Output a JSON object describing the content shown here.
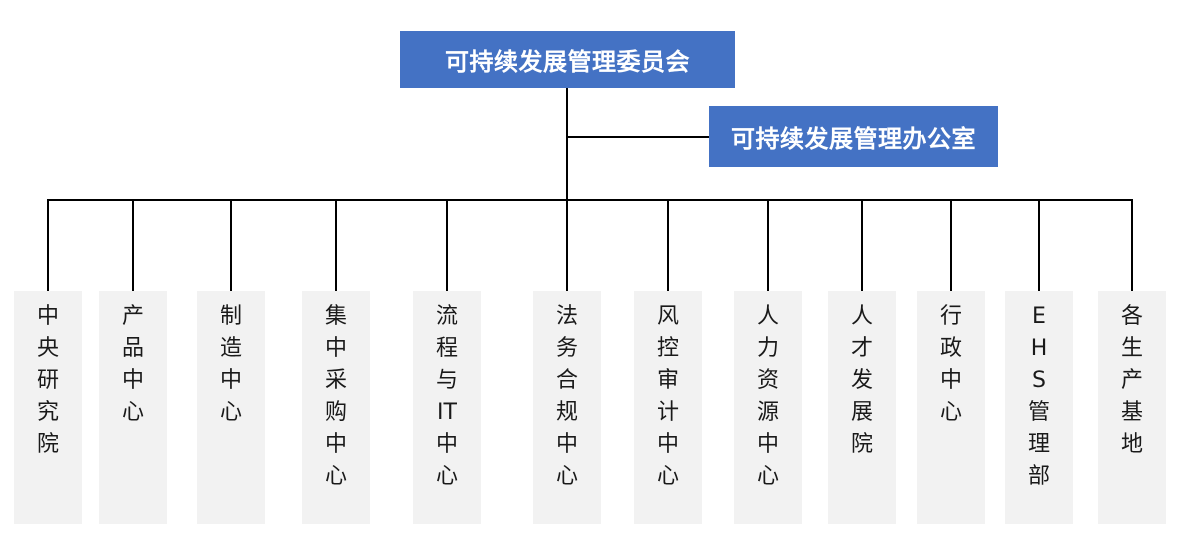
{
  "org_chart": {
    "committee": {
      "label": "可持续发展管理委员会"
    },
    "office": {
      "label": "可持续发展管理办公室"
    },
    "departments": [
      {
        "label": "中央研究院",
        "lines": [
          "中",
          "央",
          "研",
          "究",
          "院"
        ]
      },
      {
        "label": "产品中心",
        "lines": [
          "产",
          "品",
          "中",
          "心"
        ]
      },
      {
        "label": "制造中心",
        "lines": [
          "制",
          "造",
          "中",
          "心"
        ]
      },
      {
        "label": "集中采购中心",
        "lines": [
          "集",
          "中",
          "采",
          "购",
          "中",
          "心"
        ]
      },
      {
        "label": "流程与IT中心",
        "lines": [
          "流",
          "程",
          "与",
          "IT",
          "中",
          "心"
        ]
      },
      {
        "label": "法务合规中心",
        "lines": [
          "法",
          "务",
          "合",
          "规",
          "中",
          "心"
        ]
      },
      {
        "label": "风控审计中心",
        "lines": [
          "风",
          "控",
          "审",
          "计",
          "中",
          "心"
        ]
      },
      {
        "label": "人力资源中心",
        "lines": [
          "人",
          "力",
          "资",
          "源",
          "中",
          "心"
        ]
      },
      {
        "label": "人才发展院",
        "lines": [
          "人",
          "才",
          "发",
          "展",
          "院"
        ]
      },
      {
        "label": "行政中心",
        "lines": [
          "行",
          "政",
          "中",
          "心"
        ]
      },
      {
        "label": "EHS管理部",
        "lines": [
          "E",
          "H",
          "S",
          "管",
          "理",
          "部"
        ]
      },
      {
        "label": "各生产基地",
        "lines": [
          "各",
          "生",
          "产",
          "基",
          "地"
        ]
      }
    ],
    "colors": {
      "node_fill": "#4472C4",
      "node_text": "#FFFFFF",
      "department_fill": "#F2F2F2",
      "department_text": "#1A1A1A",
      "connector": "#000000",
      "background": "#FFFFFF"
    }
  }
}
